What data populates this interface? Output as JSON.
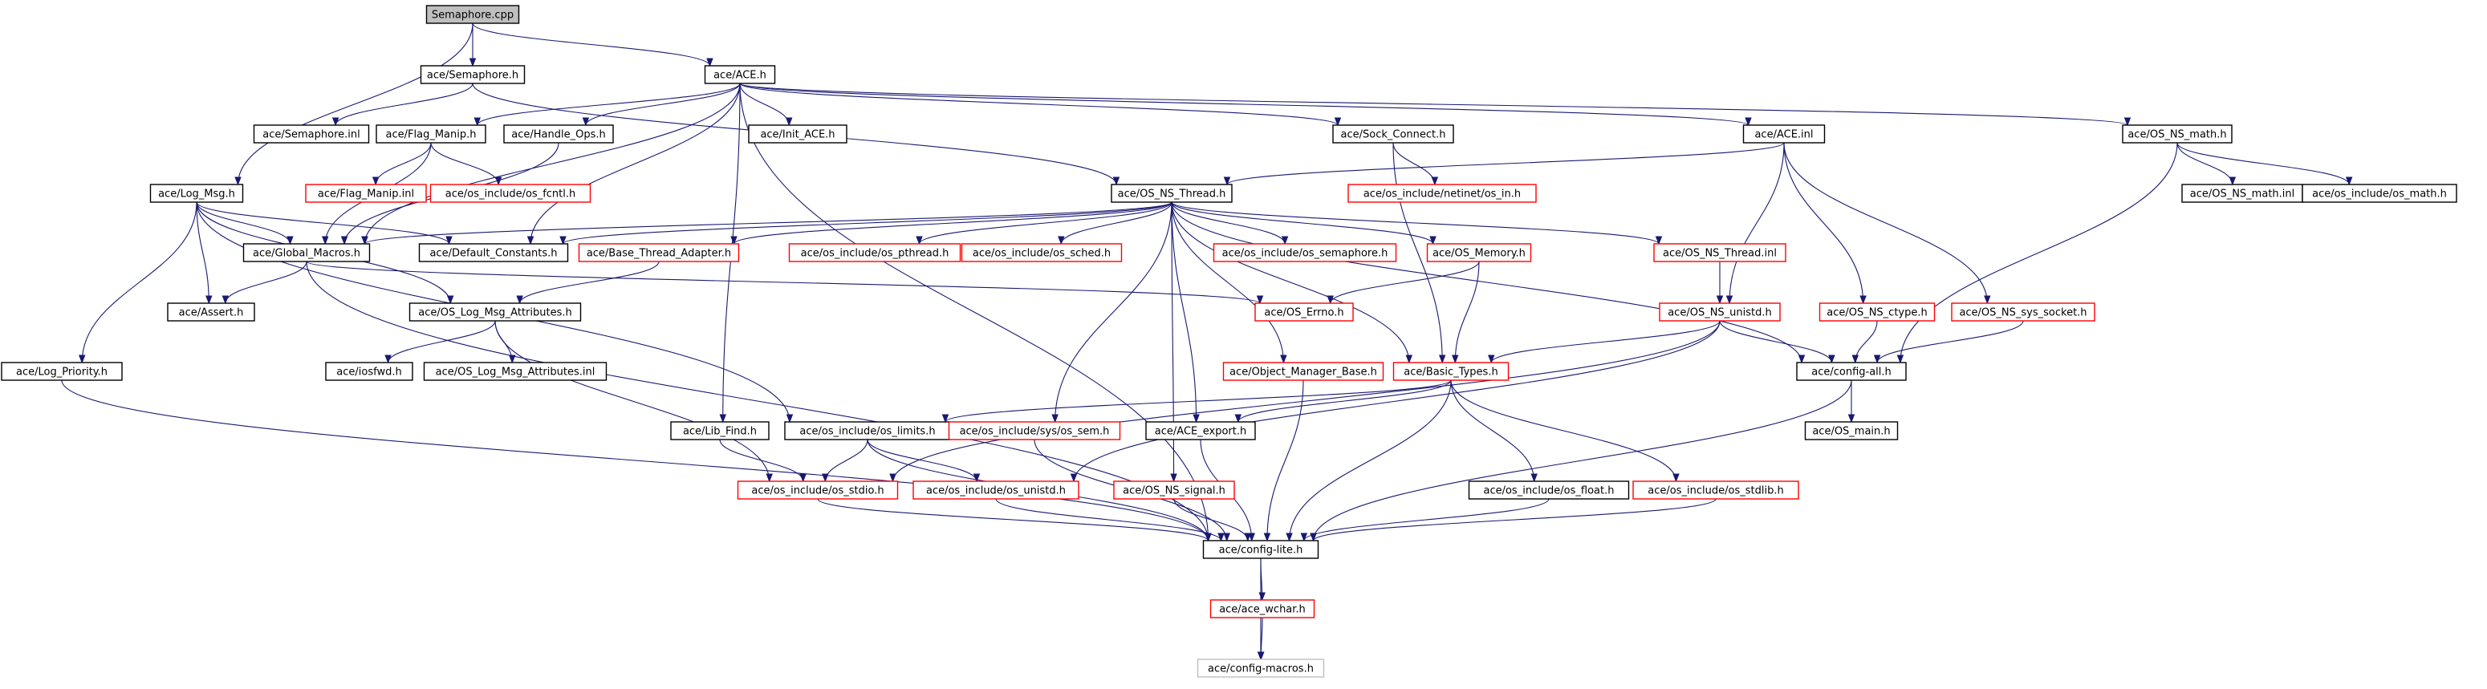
{
  "legend_colors": {
    "root_fill": "#bfbfbf",
    "documented_border": "#000000",
    "undocumented_border": "#ff0000",
    "external_border": "#bfbfbf",
    "edge": "#191970"
  },
  "nodes": [
    {
      "id": "semaphore_cpp",
      "label": "Semaphore.cpp",
      "kind": "root"
    },
    {
      "id": "ace_semaphore_h",
      "label": "ace/Semaphore.h",
      "kind": "documented"
    },
    {
      "id": "ace_ace_h",
      "label": "ace/ACE.h",
      "kind": "documented"
    },
    {
      "id": "ace_semaphore_inl",
      "label": "ace/Semaphore.inl",
      "kind": "documented"
    },
    {
      "id": "ace_flag_manip_h",
      "label": "ace/Flag_Manip.h",
      "kind": "documented"
    },
    {
      "id": "ace_handle_ops_h",
      "label": "ace/Handle_Ops.h",
      "kind": "documented"
    },
    {
      "id": "ace_init_ace_h",
      "label": "ace/Init_ACE.h",
      "kind": "documented"
    },
    {
      "id": "ace_sock_connect_h",
      "label": "ace/Sock_Connect.h",
      "kind": "documented"
    },
    {
      "id": "ace_ace_inl",
      "label": "ace/ACE.inl",
      "kind": "documented"
    },
    {
      "id": "ace_os_ns_math_h",
      "label": "ace/OS_NS_math.h",
      "kind": "documented"
    },
    {
      "id": "ace_log_msg_h",
      "label": "ace/Log_Msg.h",
      "kind": "documented"
    },
    {
      "id": "ace_flag_manip_inl",
      "label": "ace/Flag_Manip.inl",
      "kind": "undocumented"
    },
    {
      "id": "ace_os_include_os_fcntl_h",
      "label": "ace/os_include/os_fcntl.h",
      "kind": "undocumented"
    },
    {
      "id": "ace_os_ns_thread_h",
      "label": "ace/OS_NS_Thread.h",
      "kind": "documented"
    },
    {
      "id": "ace_os_include_netinet_os_in_h",
      "label": "ace/os_include/netinet/os_in.h",
      "kind": "undocumented"
    },
    {
      "id": "ace_os_ns_math_inl",
      "label": "ace/OS_NS_math.inl",
      "kind": "documented"
    },
    {
      "id": "ace_os_include_os_math_h",
      "label": "ace/os_include/os_math.h",
      "kind": "documented"
    },
    {
      "id": "ace_global_macros_h",
      "label": "ace/Global_Macros.h",
      "kind": "documented"
    },
    {
      "id": "ace_default_constants_h",
      "label": "ace/Default_Constants.h",
      "kind": "documented"
    },
    {
      "id": "ace_base_thread_adapter_h",
      "label": "ace/Base_Thread_Adapter.h",
      "kind": "undocumented"
    },
    {
      "id": "ace_os_include_os_pthread_h",
      "label": "ace/os_include/os_pthread.h",
      "kind": "undocumented"
    },
    {
      "id": "ace_os_include_os_sched_h",
      "label": "ace/os_include/os_sched.h",
      "kind": "undocumented"
    },
    {
      "id": "ace_os_include_os_semaphore_h",
      "label": "ace/os_include/os_semaphore.h",
      "kind": "undocumented"
    },
    {
      "id": "ace_os_memory_h",
      "label": "ace/OS_Memory.h",
      "kind": "undocumented"
    },
    {
      "id": "ace_os_ns_thread_inl",
      "label": "ace/OS_NS_Thread.inl",
      "kind": "undocumented"
    },
    {
      "id": "ace_assert_h",
      "label": "ace/Assert.h",
      "kind": "documented"
    },
    {
      "id": "ace_os_log_msg_attributes_h",
      "label": "ace/OS_Log_Msg_Attributes.h",
      "kind": "documented"
    },
    {
      "id": "ace_os_errno_h",
      "label": "ace/OS_Errno.h",
      "kind": "undocumented"
    },
    {
      "id": "ace_os_ns_ctype_h",
      "label": "ace/OS_NS_ctype.h",
      "kind": "undocumented"
    },
    {
      "id": "ace_os_ns_sys_socket_h",
      "label": "ace/OS_NS_sys_socket.h",
      "kind": "undocumented"
    },
    {
      "id": "ace_os_ns_unistd_h",
      "label": "ace/OS_NS_unistd.h",
      "kind": "undocumented"
    },
    {
      "id": "ace_log_priority_h",
      "label": "ace/Log_Priority.h",
      "kind": "documented"
    },
    {
      "id": "ace_iosfwd_h",
      "label": "ace/iosfwd.h",
      "kind": "documented"
    },
    {
      "id": "ace_os_log_msg_attributes_inl",
      "label": "ace/OS_Log_Msg_Attributes.inl",
      "kind": "documented"
    },
    {
      "id": "ace_object_manager_base_h",
      "label": "ace/Object_Manager_Base.h",
      "kind": "undocumented"
    },
    {
      "id": "ace_basic_types_h",
      "label": "ace/Basic_Types.h",
      "kind": "undocumented"
    },
    {
      "id": "ace_config_all_h",
      "label": "ace/config-all.h",
      "kind": "documented"
    },
    {
      "id": "ace_lib_find_h",
      "label": "ace/Lib_Find.h",
      "kind": "documented"
    },
    {
      "id": "ace_os_include_os_limits_h",
      "label": "ace/os_include/os_limits.h",
      "kind": "documented"
    },
    {
      "id": "ace_os_include_sys_os_sem_h",
      "label": "ace/os_include/sys/os_sem.h",
      "kind": "undocumented"
    },
    {
      "id": "ace_ace_export_h",
      "label": "ace/ACE_export.h",
      "kind": "documented"
    },
    {
      "id": "ace_os_main_h",
      "label": "ace/OS_main.h",
      "kind": "documented"
    },
    {
      "id": "ace_os_include_os_stdio_h",
      "label": "ace/os_include/os_stdio.h",
      "kind": "undocumented"
    },
    {
      "id": "ace_os_include_os_unistd_h",
      "label": "ace/os_include/os_unistd.h",
      "kind": "undocumented"
    },
    {
      "id": "ace_os_ns_signal_h",
      "label": "ace/OS_NS_signal.h",
      "kind": "undocumented"
    },
    {
      "id": "ace_os_include_os_float_h",
      "label": "ace/os_include/os_float.h",
      "kind": "documented"
    },
    {
      "id": "ace_os_include_os_stdlib_h",
      "label": "ace/os_include/os_stdlib.h",
      "kind": "undocumented"
    },
    {
      "id": "ace_config_lite_h",
      "label": "ace/config-lite.h",
      "kind": "documented"
    },
    {
      "id": "ace_ace_wchar_h",
      "label": "ace/ace_wchar.h",
      "kind": "undocumented"
    },
    {
      "id": "ace_config_macros_h",
      "label": "ace/config-macros.h",
      "kind": "external"
    }
  ],
  "edges": [
    [
      "semaphore_cpp",
      "ace_semaphore_h"
    ],
    [
      "semaphore_cpp",
      "ace_ace_h"
    ],
    [
      "semaphore_cpp",
      "ace_log_msg_h"
    ],
    [
      "ace_semaphore_h",
      "ace_semaphore_inl"
    ],
    [
      "ace_semaphore_h",
      "ace_os_ns_thread_h"
    ],
    [
      "ace_ace_h",
      "ace_flag_manip_h"
    ],
    [
      "ace_ace_h",
      "ace_handle_ops_h"
    ],
    [
      "ace_ace_h",
      "ace_init_ace_h"
    ],
    [
      "ace_ace_h",
      "ace_sock_connect_h"
    ],
    [
      "ace_ace_h",
      "ace_ace_inl"
    ],
    [
      "ace_ace_h",
      "ace_os_ns_math_h"
    ],
    [
      "ace_ace_h",
      "ace_global_macros_h"
    ],
    [
      "ace_ace_h",
      "ace_default_constants_h"
    ],
    [
      "ace_ace_h",
      "ace_config_lite_h"
    ],
    [
      "ace_ace_h",
      "ace_lib_find_h"
    ],
    [
      "ace_flag_manip_h",
      "ace_flag_manip_inl"
    ],
    [
      "ace_flag_manip_h",
      "ace_os_include_os_fcntl_h"
    ],
    [
      "ace_flag_manip_h",
      "ace_global_macros_h"
    ],
    [
      "ace_handle_ops_h",
      "ace_global_macros_h"
    ],
    [
      "ace_sock_connect_h",
      "ace_os_include_netinet_os_in_h"
    ],
    [
      "ace_sock_connect_h",
      "ace_basic_types_h"
    ],
    [
      "ace_ace_inl",
      "ace_os_ns_thread_h"
    ],
    [
      "ace_ace_inl",
      "ace_os_ns_ctype_h"
    ],
    [
      "ace_ace_inl",
      "ace_os_ns_sys_socket_h"
    ],
    [
      "ace_ace_inl",
      "ace_os_ns_unistd_h"
    ],
    [
      "ace_os_ns_math_h",
      "ace_os_ns_math_inl"
    ],
    [
      "ace_os_ns_math_h",
      "ace_os_include_os_math_h"
    ],
    [
      "ace_os_ns_math_h",
      "ace_config_all_h"
    ],
    [
      "ace_log_msg_h",
      "ace_global_macros_h"
    ],
    [
      "ace_log_msg_h",
      "ace_default_constants_h"
    ],
    [
      "ace_log_msg_h",
      "ace_assert_h"
    ],
    [
      "ace_log_msg_h",
      "ace_os_log_msg_attributes_h"
    ],
    [
      "ace_log_msg_h",
      "ace_log_priority_h"
    ],
    [
      "ace_log_msg_h",
      "ace_os_include_os_limits_h"
    ],
    [
      "ace_os_ns_thread_h",
      "ace_global_macros_h"
    ],
    [
      "ace_os_ns_thread_h",
      "ace_default_constants_h"
    ],
    [
      "ace_os_ns_thread_h",
      "ace_base_thread_adapter_h"
    ],
    [
      "ace_os_ns_thread_h",
      "ace_os_include_os_pthread_h"
    ],
    [
      "ace_os_ns_thread_h",
      "ace_os_include_os_sched_h"
    ],
    [
      "ace_os_ns_thread_h",
      "ace_os_include_os_semaphore_h"
    ],
    [
      "ace_os_ns_thread_h",
      "ace_os_memory_h"
    ],
    [
      "ace_os_ns_thread_h",
      "ace_os_ns_thread_inl"
    ],
    [
      "ace_os_ns_thread_h",
      "ace_config_all_h"
    ],
    [
      "ace_os_ns_thread_h",
      "ace_object_manager_base_h"
    ],
    [
      "ace_os_ns_thread_h",
      "ace_basic_types_h"
    ],
    [
      "ace_os_ns_thread_h",
      "ace_os_include_sys_os_sem_h"
    ],
    [
      "ace_os_ns_thread_h",
      "ace_ace_export_h"
    ],
    [
      "ace_os_ns_thread_h",
      "ace_os_ns_signal_h"
    ],
    [
      "ace_global_macros_h",
      "ace_assert_h"
    ],
    [
      "ace_global_macros_h",
      "ace_os_errno_h"
    ],
    [
      "ace_global_macros_h",
      "ace_config_lite_h"
    ],
    [
      "ace_base_thread_adapter_h",
      "ace_os_log_msg_attributes_h"
    ],
    [
      "ace_os_memory_h",
      "ace_os_errno_h"
    ],
    [
      "ace_os_memory_h",
      "ace_basic_types_h"
    ],
    [
      "ace_os_ns_thread_inl",
      "ace_os_ns_unistd_h"
    ],
    [
      "ace_os_log_msg_attributes_h",
      "ace_iosfwd_h"
    ],
    [
      "ace_os_log_msg_attributes_h",
      "ace_os_log_msg_attributes_inl"
    ],
    [
      "ace_os_log_msg_attributes_h",
      "ace_os_include_os_stdio_h"
    ],
    [
      "ace_os_ns_ctype_h",
      "ace_config_all_h"
    ],
    [
      "ace_os_ns_sys_socket_h",
      "ace_config_all_h"
    ],
    [
      "ace_os_ns_unistd_h",
      "ace_basic_types_h"
    ],
    [
      "ace_os_ns_unistd_h",
      "ace_config_all_h"
    ],
    [
      "ace_os_ns_unistd_h",
      "ace_os_include_os_stdio_h"
    ],
    [
      "ace_os_ns_unistd_h",
      "ace_os_include_os_unistd_h"
    ],
    [
      "ace_log_priority_h",
      "ace_config_lite_h"
    ],
    [
      "ace_object_manager_base_h",
      "ace_config_lite_h"
    ],
    [
      "ace_basic_types_h",
      "ace_os_include_os_limits_h"
    ],
    [
      "ace_basic_types_h",
      "ace_ace_export_h"
    ],
    [
      "ace_basic_types_h",
      "ace_os_include_os_float_h"
    ],
    [
      "ace_basic_types_h",
      "ace_os_include_os_stdlib_h"
    ],
    [
      "ace_basic_types_h",
      "ace_config_lite_h"
    ],
    [
      "ace_config_all_h",
      "ace_os_main_h"
    ],
    [
      "ace_config_all_h",
      "ace_config_lite_h"
    ],
    [
      "ace_lib_find_h",
      "ace_os_include_os_stdio_h"
    ],
    [
      "ace_os_include_os_limits_h",
      "ace_os_include_os_stdio_h"
    ],
    [
      "ace_os_include_os_limits_h",
      "ace_os_include_os_unistd_h"
    ],
    [
      "ace_os_include_os_limits_h",
      "ace_config_lite_h"
    ],
    [
      "ace_os_include_sys_os_sem_h",
      "ace_config_lite_h"
    ],
    [
      "ace_ace_export_h",
      "ace_config_lite_h"
    ],
    [
      "ace_os_include_os_stdio_h",
      "ace_config_lite_h"
    ],
    [
      "ace_os_include_os_unistd_h",
      "ace_config_lite_h"
    ],
    [
      "ace_os_ns_signal_h",
      "ace_config_lite_h"
    ],
    [
      "ace_os_include_os_float_h",
      "ace_config_lite_h"
    ],
    [
      "ace_os_include_os_stdlib_h",
      "ace_config_lite_h"
    ],
    [
      "ace_config_lite_h",
      "ace_ace_wchar_h"
    ],
    [
      "ace_config_lite_h",
      "ace_config_macros_h"
    ],
    [
      "ace_ace_wchar_h",
      "ace_config_macros_h"
    ]
  ]
}
